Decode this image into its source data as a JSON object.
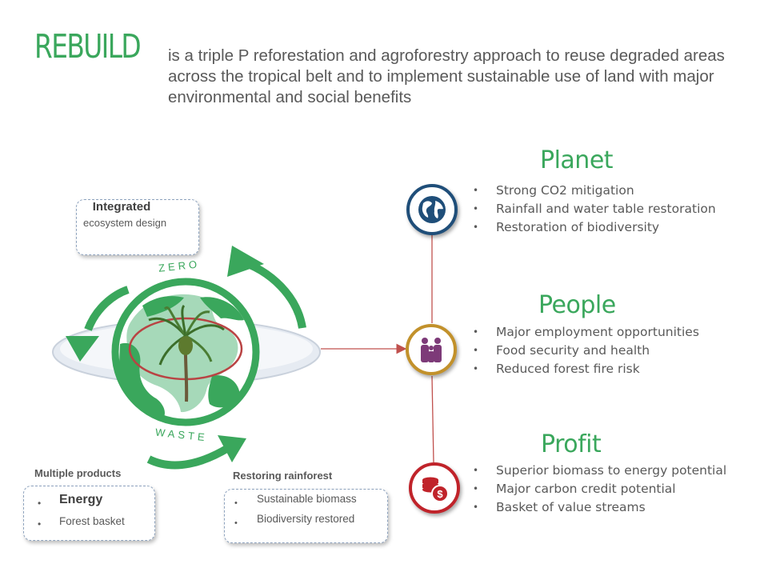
{
  "header": {
    "brand": "REBUILD",
    "intro": "is a triple P reforestation and agroforestry approach to reuse degraded areas across the tropical belt and to implement sustainable use of land with major environmental and social benefits"
  },
  "colors": {
    "green": "#3aa75c",
    "blue": "#1f4e79",
    "gold": "#c2912b",
    "red": "#c0232a",
    "line": "#c0504d"
  },
  "diagram": {
    "zero_label": "ZERO",
    "waste_label": "WASTE",
    "integrated": {
      "title": "Integrated",
      "subtitle": "ecosystem design"
    },
    "multiple_products": {
      "caption": "Multiple products",
      "items": [
        "Energy",
        "Forest basket"
      ]
    },
    "restoring": {
      "caption": "Restoring rainforest",
      "items": [
        "Sustainable biomass",
        "Biodiversity restored"
      ]
    }
  },
  "sections": {
    "planet": {
      "title": "Planet",
      "icon": "globe-icon",
      "points": [
        "Strong CO2 mitigation",
        "Rainfall and water table restoration",
        "Restoration of biodiversity"
      ]
    },
    "people": {
      "title": "People",
      "icon": "family-icon",
      "points": [
        "Major employment opportunities",
        "Food security and health",
        "Reduced forest fire risk"
      ]
    },
    "profit": {
      "title": "Profit",
      "icon": "money-icon",
      "points": [
        "Superior biomass to energy potential",
        "Major carbon credit potential",
        "Basket of value streams"
      ]
    }
  }
}
